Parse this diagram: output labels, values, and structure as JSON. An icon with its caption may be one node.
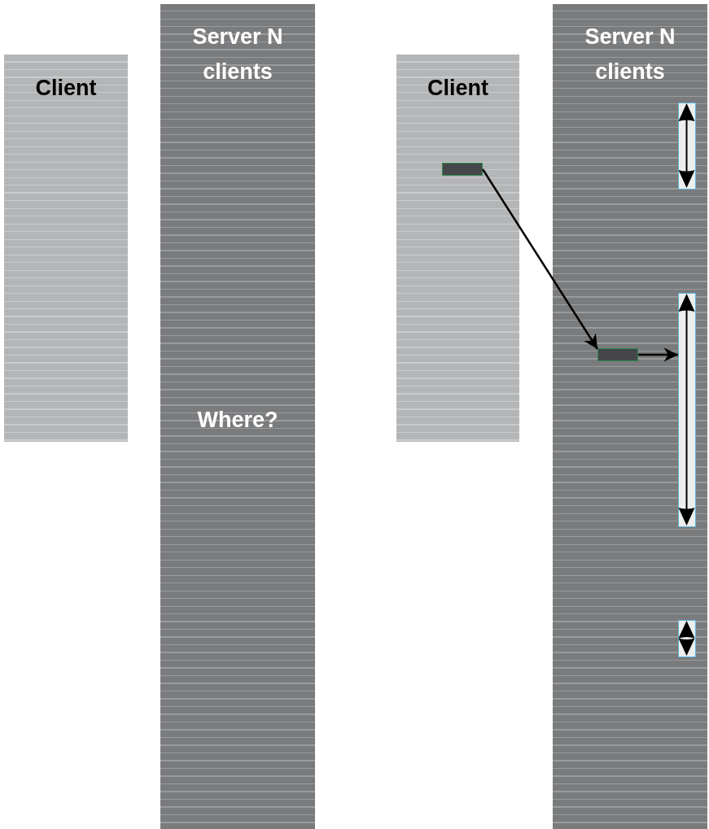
{
  "diagram": {
    "nodes": [
      {
        "text": [
          "Client"
        ]
      },
      {
        "text": [
          "Server N clients",
          "Where?"
        ]
      },
      {
        "text": [
          "Client"
        ]
      },
      {
        "text": [
          "Server N clients"
        ]
      },
      {
        "text": [],
        "shape": "bar",
        "in": 2
      },
      {
        "text": [],
        "shape": "bar",
        "in": 3
      },
      {
        "text": [],
        "shape": "bar",
        "in": 3
      },
      {
        "text": [],
        "shape": "bar",
        "in": 3
      },
      {
        "text": [],
        "shape": "bar",
        "in": 3
      }
    ],
    "edges": [
      {
        "from": 4,
        "to": 5,
        "arrow": "to"
      },
      {
        "from": 5,
        "to": 7,
        "arrow": "to"
      }
    ]
  }
}
